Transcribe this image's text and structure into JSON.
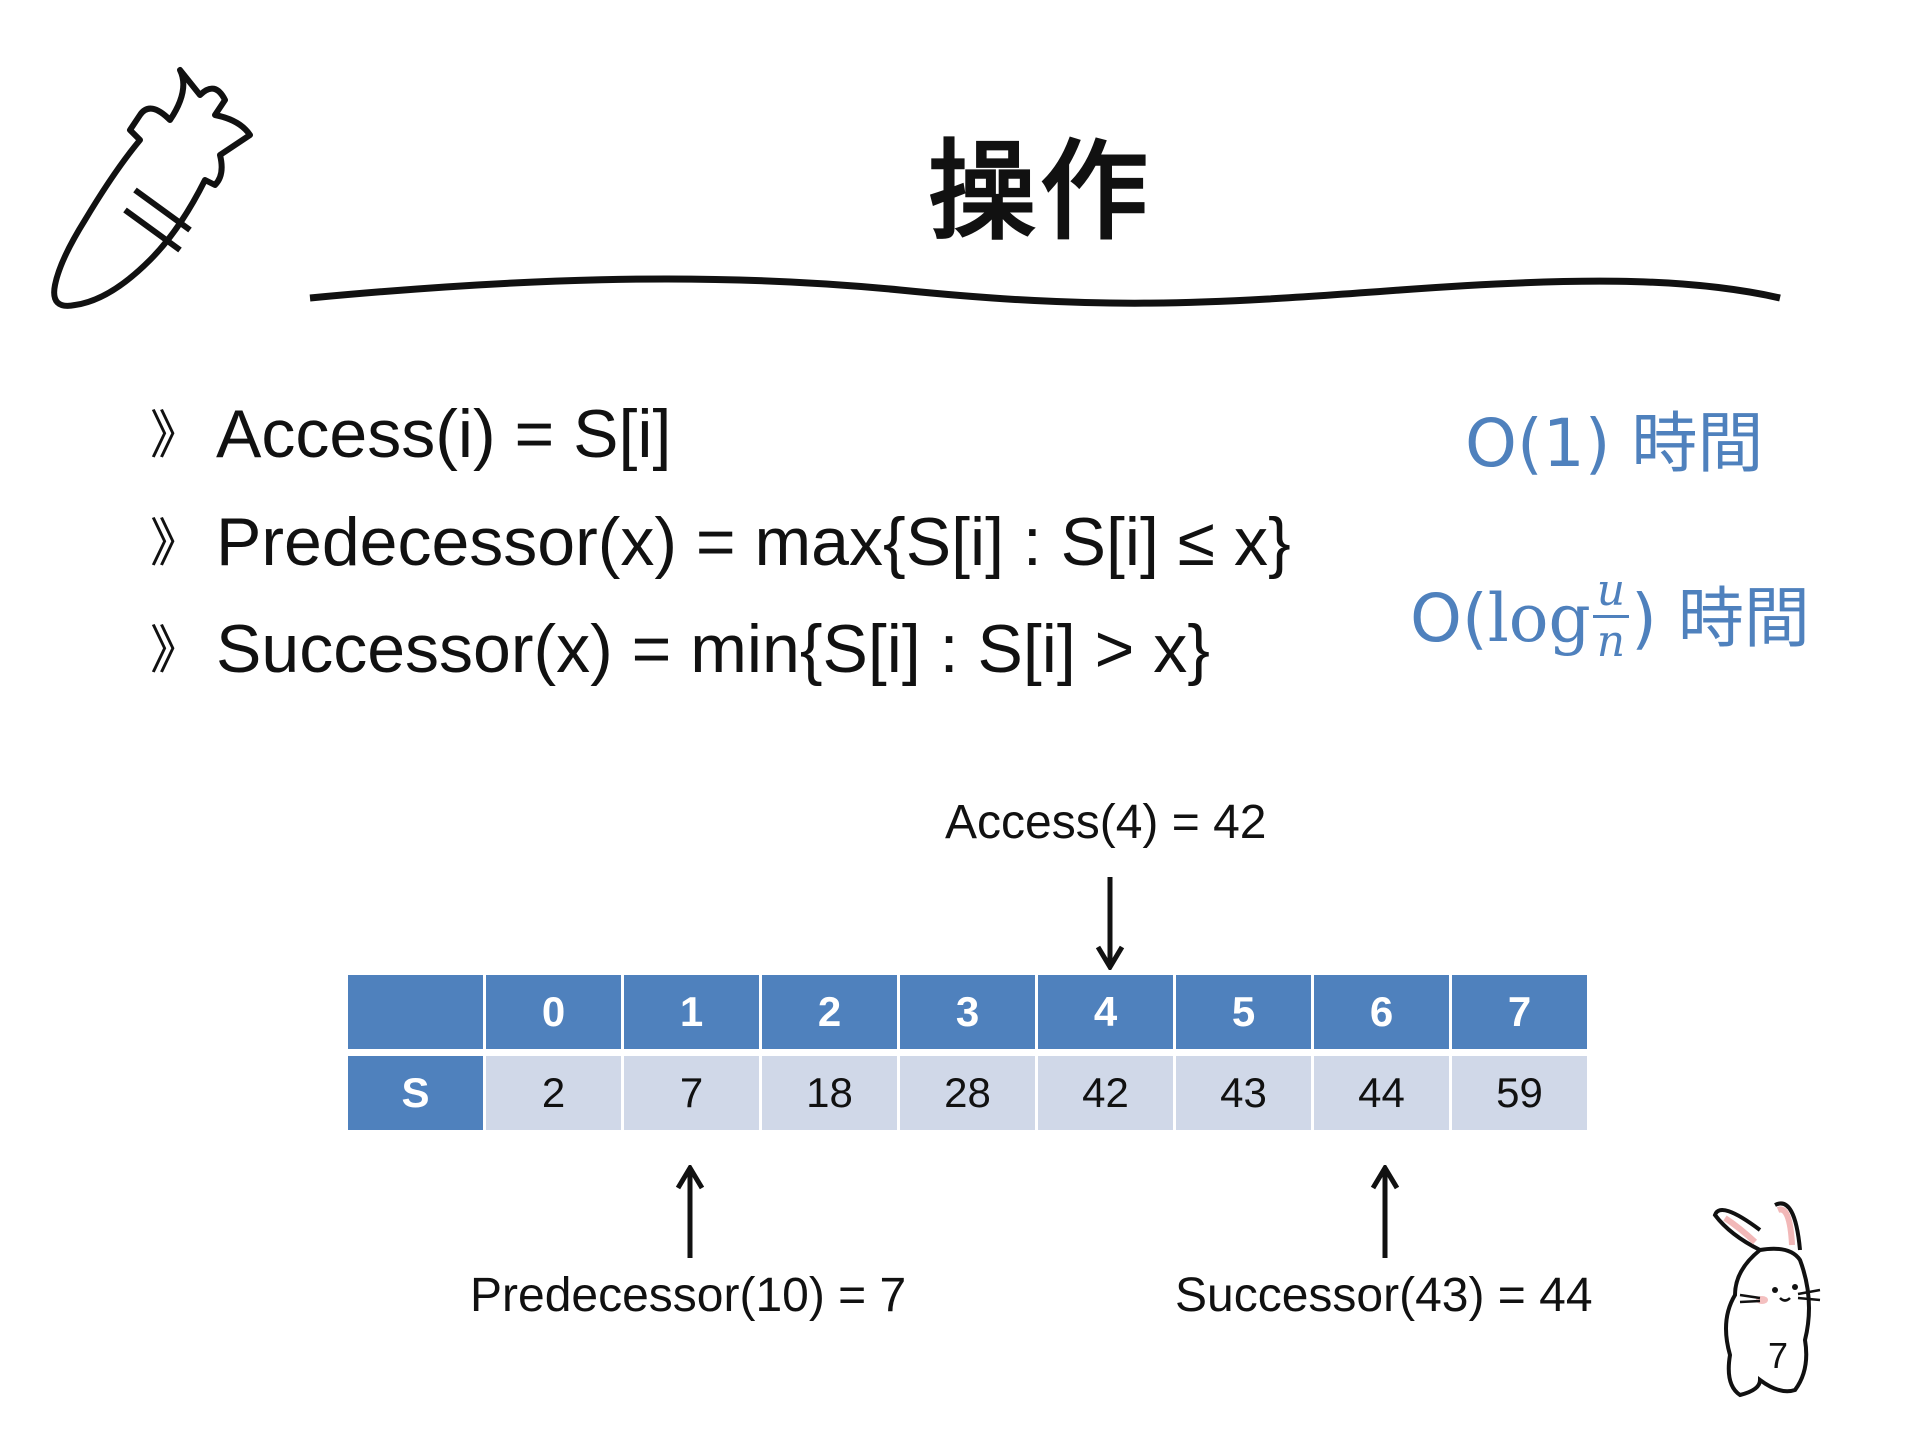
{
  "slide": {
    "title": "操作",
    "page_number": "7"
  },
  "bullets": [
    {
      "marker": "》",
      "text": "Access(i) = S[i]"
    },
    {
      "marker": "》",
      "text": "Predecessor(x) = max{S[i] : S[i] ≤ x}"
    },
    {
      "marker": "》",
      "text": "Successor(x) = min{S[i] : S[i] > x}"
    }
  ],
  "complexity": {
    "access": "O(1) 時間",
    "pred_succ": {
      "prefix": "O(",
      "log": "log",
      "numerator": "u",
      "denominator": "n",
      "suffix": ") 時間"
    }
  },
  "array_table": {
    "header": [
      "",
      "0",
      "1",
      "2",
      "3",
      "4",
      "5",
      "6",
      "7"
    ],
    "row_label": "S",
    "values": [
      "2",
      "7",
      "18",
      "28",
      "42",
      "43",
      "44",
      "59"
    ]
  },
  "annotations": {
    "access": "Access(4) = 42",
    "predecessor": "Predecessor(10) = 7",
    "successor": "Successor(43) = 44"
  },
  "colors": {
    "accent": "#4f81bd",
    "cell": "#d0d8e8"
  },
  "decorations": [
    "carrot-illustration",
    "rabbit-illustration"
  ]
}
